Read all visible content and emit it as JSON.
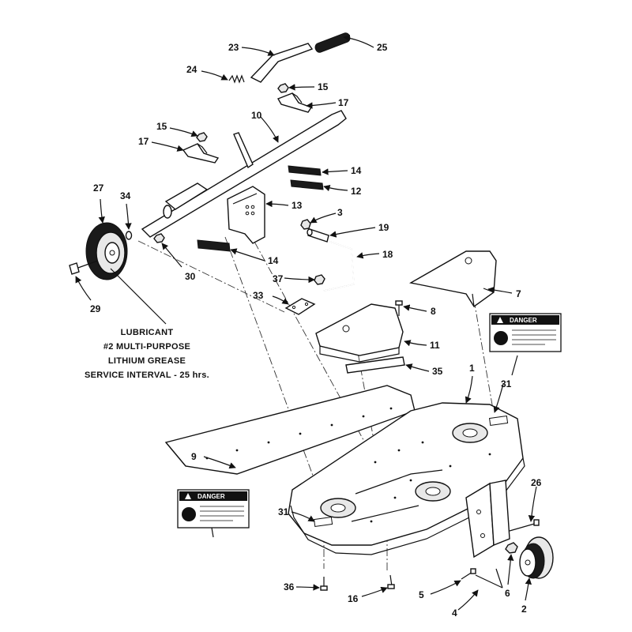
{
  "labels": {
    "p1": "1",
    "p2": "2",
    "p3": "3",
    "p4": "4",
    "p5": "5",
    "p6": "6",
    "p7": "7",
    "p8": "8",
    "p9": "9",
    "p10": "10",
    "p11": "11",
    "p12": "12",
    "p13": "13",
    "p14a": "14",
    "p14b": "14",
    "p15a": "15",
    "p15b": "15",
    "p16": "16",
    "p17a": "17",
    "p17b": "17",
    "p18": "18",
    "p19": "19",
    "p23": "23",
    "p24": "24",
    "p25": "25",
    "p26": "26",
    "p27": "27",
    "p29": "29",
    "p30": "30",
    "p31a": "31",
    "p31b": "31",
    "p33": "33",
    "p34": "34",
    "p35": "35",
    "p36": "36",
    "p37": "37"
  },
  "lubricant_note": {
    "line1": "LUBRICANT",
    "line2": "#2 MULTI-PURPOSE",
    "line3": "LITHIUM GREASE",
    "line4": "SERVICE INTERVAL - 25 hrs."
  },
  "danger_decal": {
    "header": "DANGER"
  }
}
